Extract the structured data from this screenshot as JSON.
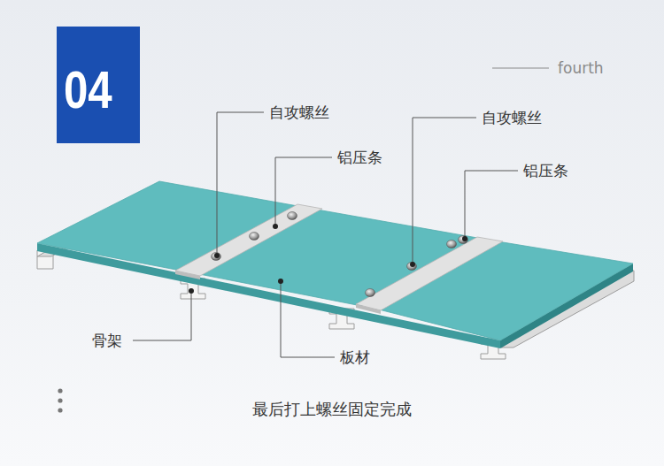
{
  "diagram": {
    "caption": "最后打上螺丝固定完成",
    "nodes": [
      {
        "text": [
          "04"
        ]
      }
    ],
    "labels": [
      "fourth",
      "自攻螺丝",
      "铝压条",
      "自攻螺丝",
      "铝压条",
      "骨架",
      "板材"
    ]
  }
}
